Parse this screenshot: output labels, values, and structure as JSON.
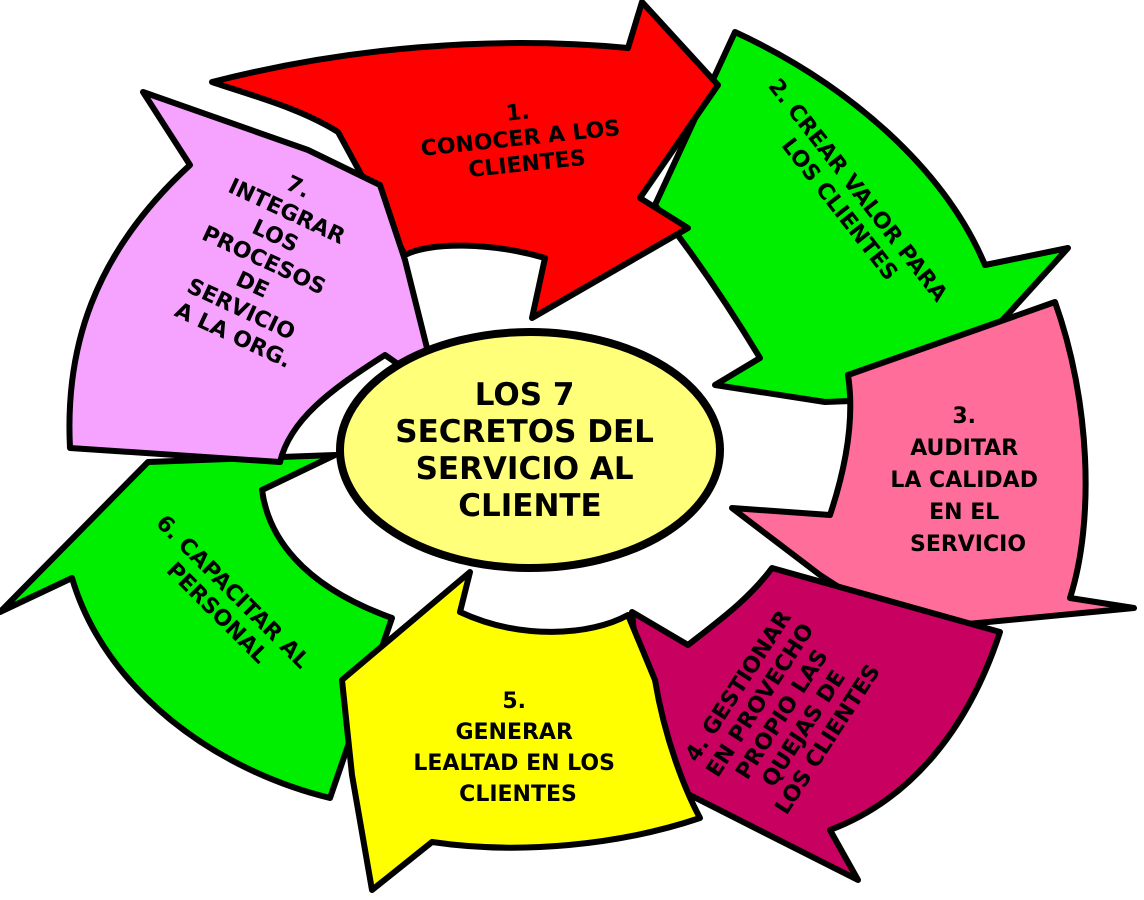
{
  "center": {
    "lines": [
      "LOS 7",
      "SECRETOS DEL",
      "SERVICIO AL",
      "CLIENTE"
    ],
    "color": "#ffff7a"
  },
  "segments": [
    {
      "id": "s1",
      "color": "#ff0000",
      "lines": [
        "1.",
        "CONOCER A LOS",
        "CLIENTES"
      ]
    },
    {
      "id": "s2",
      "color": "#00ee00",
      "lines": [
        "2. CREAR VALOR PARA",
        "LOS CLIENTES"
      ]
    },
    {
      "id": "s3",
      "color": "#ff6e9a",
      "lines": [
        "3.",
        "AUDITAR",
        "LA CALIDAD",
        "EN EL",
        "SERVICIO"
      ]
    },
    {
      "id": "s4",
      "color": "#c8005f",
      "lines": [
        "4. GESTIONAR",
        "EN PROVECHO",
        "PROPIO LAS",
        "QUEJAS DE",
        "LOS CLIENTES"
      ]
    },
    {
      "id": "s5",
      "color": "#ffff00",
      "lines": [
        "5.",
        "GENERAR",
        "LEALTAD EN LOS",
        "CLIENTES"
      ]
    },
    {
      "id": "s6",
      "color": "#00ee00",
      "lines": [
        "6. CAPACITAR AL",
        "PERSONAL"
      ]
    },
    {
      "id": "s7",
      "color": "#f5a3ff",
      "lines": [
        "7.",
        "INTEGRAR",
        "LOS",
        "PROCESOS",
        "DE",
        "SERVICIO",
        "A LA  ORG."
      ]
    }
  ]
}
